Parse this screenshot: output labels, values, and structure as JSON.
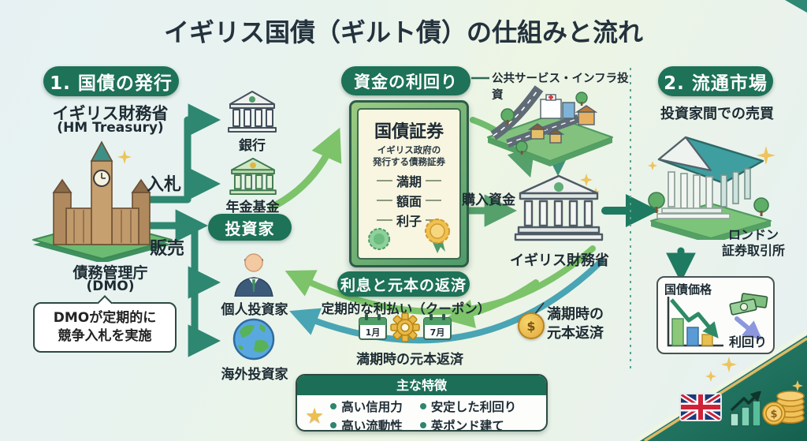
{
  "title": "イギリス国債（ギルト債）の仕組みと流れ",
  "issuance": {
    "badge": "1. 国債の発行",
    "issuer": "イギリス財務省",
    "issuer_en": "(HM Treasury)",
    "agency": "債務管理庁",
    "agency_en": "(DMO)",
    "note": "DMOが定期的に\n競争入札を実施",
    "auction_label": "入札",
    "sale_label": "販売"
  },
  "buyers": {
    "bank": "銀行",
    "pension": "年金基金",
    "investor_badge": "投資家",
    "individual": "個人投資家",
    "foreign": "海外投資家"
  },
  "certificate": {
    "badge": "資金の利回り",
    "title": "国債証券",
    "subtitle": "イギリス政府の\n発行する債務証券",
    "items": [
      "満期",
      "額面",
      "利子"
    ]
  },
  "flow": {
    "infra_label": "公共サービス・インフラ投資",
    "purchase_label": "購入資金",
    "treasury_label": "イギリス財務省",
    "coin_symbol": "$",
    "maturity_right": "満期時の\n元本返済"
  },
  "repayment": {
    "badge": "利息と元本の返済",
    "coupon_label": "定期的な利払い（クーポン）",
    "month1": "1月",
    "month2": "7月",
    "maturity_label": "満期時の元本返済"
  },
  "secondary": {
    "badge": "2. 流通市場",
    "subtitle": "投資家間での売買",
    "exchange_label": "ロンドン\n証券取引所",
    "price_title": "国債価格",
    "yield_label": "利回り"
  },
  "features": {
    "header": "主な特徴",
    "star": "★",
    "items": [
      "高い信用力",
      "高い流動性",
      "安定した利回り",
      "英ポンド建て"
    ]
  },
  "colors": {
    "badge_green": "#1d7257",
    "arrow_teal": "#2e8770",
    "arrow_light_green": "#7cc36a",
    "arrow_blue_teal": "#49a4b4",
    "gold": "#e8b84b",
    "background": "#e8f2ef"
  }
}
